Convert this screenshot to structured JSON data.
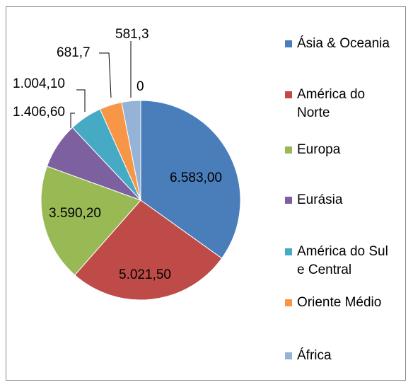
{
  "chart_data": {
    "type": "pie",
    "title": "",
    "categories": [
      "Ásia & Oceania",
      "América do Norte",
      "Europa",
      "Eurásia",
      "América do Sul e Central",
      "Oriente Médio",
      "África"
    ],
    "values": [
      6583.0,
      5021.5,
      3590.2,
      1406.6,
      1004.1,
      681.7,
      581.3
    ],
    "display_labels": [
      "6.583,00",
      "5.021,50",
      "3.590,20",
      "1.406,60",
      "1.004,10",
      "681,7",
      "581,3"
    ],
    "extra_label": "0",
    "legend_lines": [
      [
        "Ásia & Oceania"
      ],
      [
        "América do",
        "Norte"
      ],
      [
        "Europa"
      ],
      [
        "Eurásia"
      ],
      [
        "América do Sul",
        "e Central"
      ],
      [
        "Oriente Médio"
      ],
      [
        "África"
      ]
    ],
    "colors": [
      "#4A7EBB",
      "#BE4B48",
      "#98B954",
      "#7D60A0",
      "#46AAC5",
      "#F79646",
      "#95B3D7"
    ],
    "legend_position": "right"
  }
}
